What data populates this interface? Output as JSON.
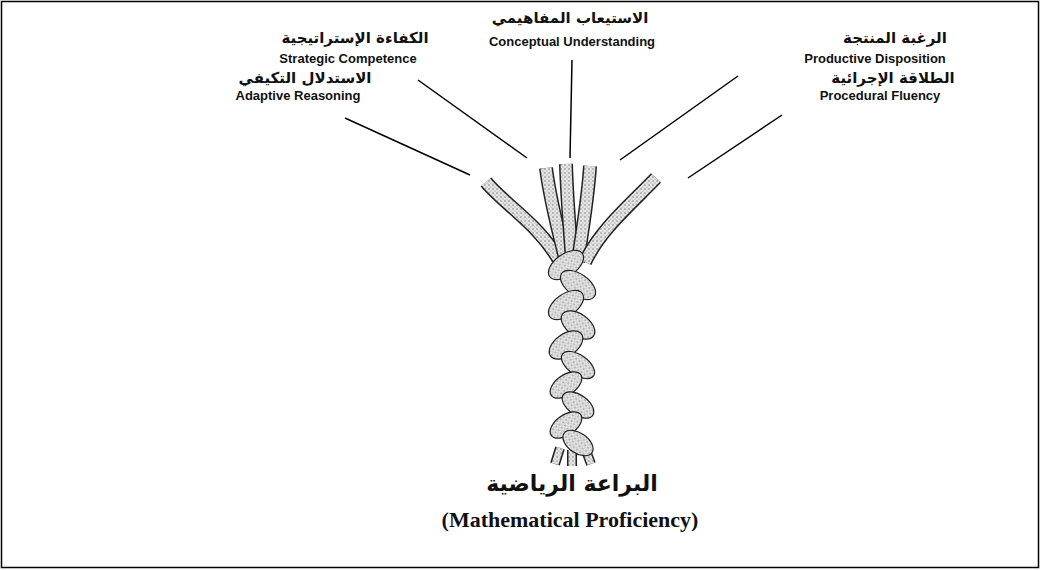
{
  "diagram": {
    "title": "البراعة الرياضية",
    "caption": "(Mathematical Proficiency)",
    "labels": [
      "الاستيعاب المفاهيمي",
      "Conceptual Understanding",
      "الكفاءة الإستراتيجية",
      "Strategic Competence",
      "الرغبة المنتجة",
      "Productive Disposition",
      "الاستدلال التكيفي",
      "Adaptive Reasoning",
      "الطلاقة الإجرائية",
      "Procedural Fluency"
    ]
  }
}
